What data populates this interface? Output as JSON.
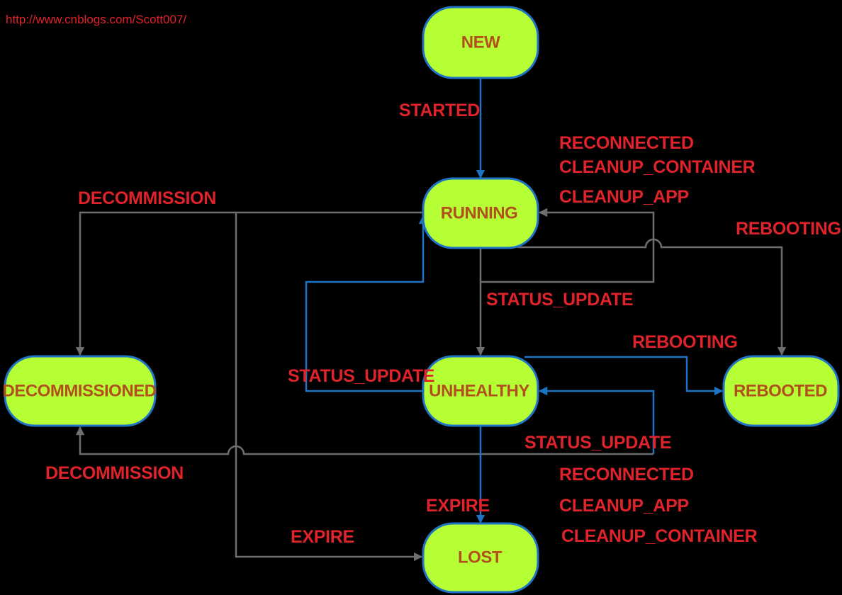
{
  "watermark": "http://www.cnblogs.com/Scott007/",
  "colors": {
    "background": "#000000",
    "node_fill": "#b6ff35",
    "node_border": "#1f73c4",
    "node_text": "#b0501c",
    "label_text": "#e0222a",
    "gray_edge": "#6e6e6e",
    "blue_edge": "#1f73c4"
  },
  "nodes": {
    "new": "NEW",
    "running": "RUNNING",
    "unhealthy": "UNHEALTHY",
    "decommissioned": "DECOMMISSIONED",
    "rebooted": "REBOOTED",
    "lost": "LOST"
  },
  "labels": {
    "started": "STARTED",
    "reconnected_top": "RECONNECTED",
    "cleanup_container_top": "CLEANUP_CONTAINER",
    "cleanup_app_top": "CLEANUP_APP",
    "decommission_top": "DECOMMISSION",
    "rebooting_top": "REBOOTING",
    "status_update_mid": "STATUS_UPDATE",
    "rebooting_mid": "REBOOTING",
    "status_update_left": "STATUS_UPDATE",
    "status_update_right": "STATUS_UPDATE",
    "decommission_bottom": "DECOMMISSION",
    "reconnected_bottom": "RECONNECTED",
    "expire_mid": "EXPIRE",
    "cleanup_app_bottom": "CLEANUP_APP",
    "expire_left": "EXPIRE",
    "cleanup_container_bottom": "CLEANUP_CONTAINER"
  }
}
